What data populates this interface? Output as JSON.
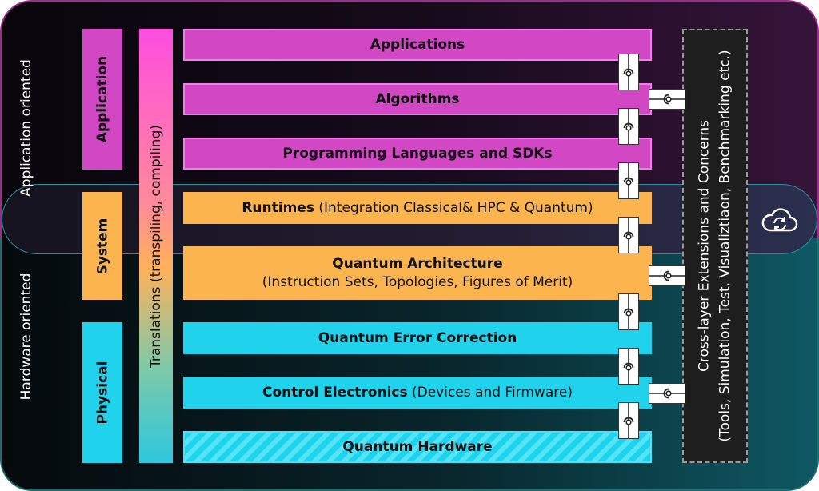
{
  "orientation": {
    "application": "Application oriented",
    "hardware": "Hardware oriented"
  },
  "layers": {
    "application": "Application",
    "system": "System",
    "physical": "Physical"
  },
  "translations": "Translations (transpiling, compiling)",
  "stack": {
    "applications": {
      "title": "Applications"
    },
    "algorithms": {
      "title": "Algorithms"
    },
    "programming": {
      "title": "Programming Languages and SDKs"
    },
    "runtimes": {
      "title": "Runtimes",
      "detail": " (Integration Classical& HPC & Quantum)"
    },
    "architecture": {
      "title": "Quantum Architecture",
      "detail": "(Instruction Sets, Topologies, Figures of Merit)"
    },
    "qec": {
      "title": "Quantum Error Correction"
    },
    "control": {
      "title": "Control Electronics",
      "detail": " (Devices and Firmware)"
    },
    "hardware": {
      "title": "Quantum Hardware"
    }
  },
  "cross_layer": {
    "title": "Cross-layer Extensions and Concerns",
    "detail": "(Tools, Simulation, Test, Visualiztiaon, Benchmarking etc.)"
  },
  "colors": {
    "application_layer": "#d248c4",
    "system_layer": "#fbb44e",
    "physical_layer": "#20d2ec",
    "cross_layer_box": "#1e1e1e"
  },
  "icons": {
    "connector": "plug-socket-icon",
    "cloud": "cloud-sync-icon"
  }
}
